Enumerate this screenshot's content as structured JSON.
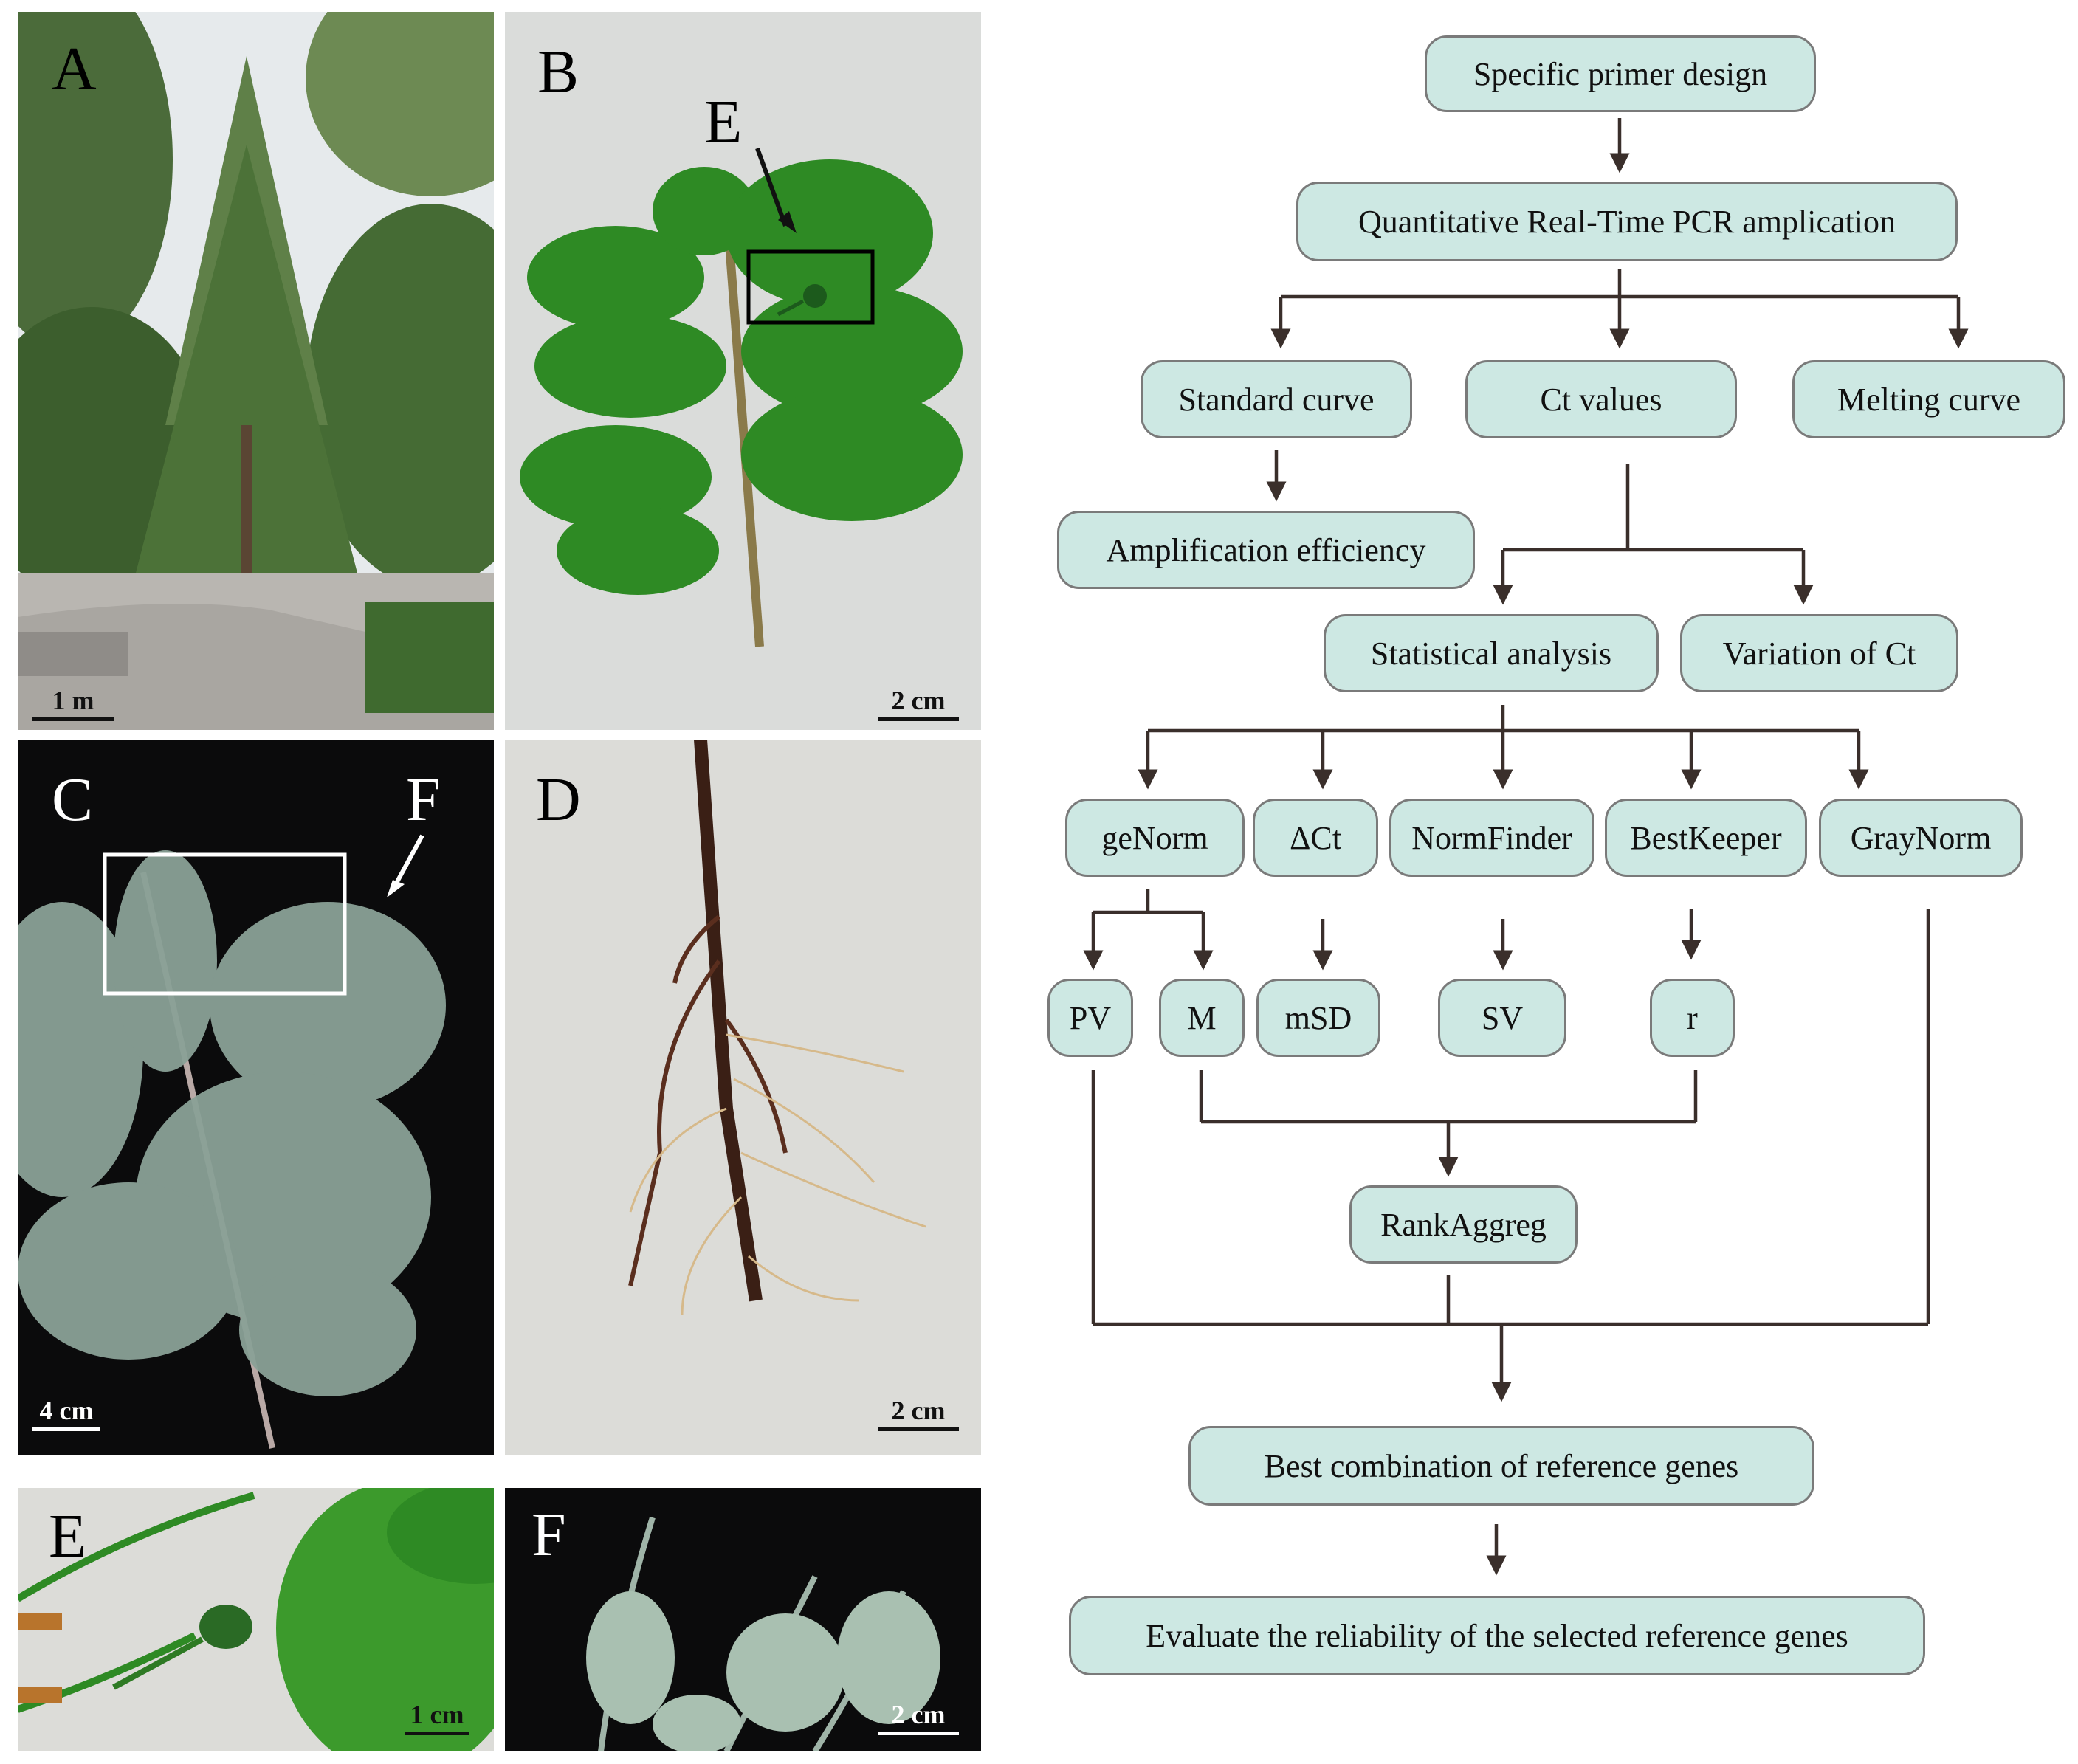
{
  "panels": [
    {
      "id": "A",
      "label": "A",
      "scale": "1 m"
    },
    {
      "id": "B",
      "label": "B",
      "scale": "2 cm",
      "callout": "E"
    },
    {
      "id": "C",
      "label": "C",
      "scale": "4 cm",
      "callout": "F"
    },
    {
      "id": "D",
      "label": "D",
      "scale": "2 cm"
    },
    {
      "id": "E",
      "label": "E",
      "scale": "1 cm"
    },
    {
      "id": "F",
      "label": "F",
      "scale": "2 cm"
    }
  ],
  "flowchart": {
    "nodes": {
      "primer": "Specific primer design",
      "qpcr": "Quantitative Real-Time PCR amplication",
      "standard_curve": "Standard curve",
      "ct_values": "Ct values",
      "melting_curve": "Melting curve",
      "amp_efficiency": "Amplification efficiency",
      "statistical": "Statistical analysis",
      "variation_ct": "Variation of Ct",
      "genorm": "geNorm",
      "delta_ct": "ΔCt",
      "normfinder": "NormFinder",
      "bestkeeper": "BestKeeper",
      "graynorm": "GrayNorm",
      "pv": "PV",
      "m": "M",
      "msd": "mSD",
      "sv": "SV",
      "r": "r",
      "rankaggreg": "RankAggreg",
      "best_combination": "Best combination of reference genes",
      "evaluate": "Evaluate the reliability of the selected reference genes"
    }
  },
  "colors": {
    "node_fill": "#cde8e3",
    "node_border": "#7a7a7a",
    "connector": "#3a2f2b"
  }
}
